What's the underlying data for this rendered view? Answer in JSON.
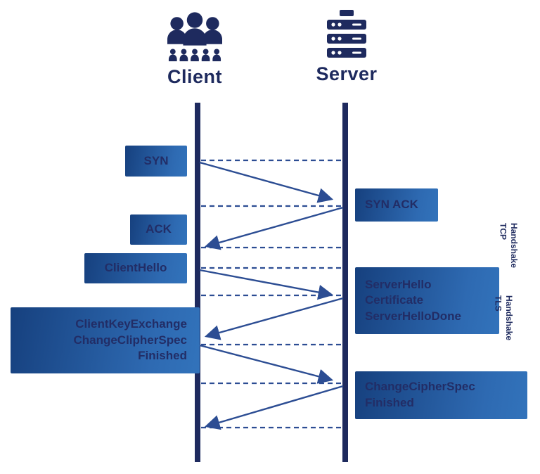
{
  "colors": {
    "navy": "#1e2a5e",
    "arrow": "#2c4d93",
    "box_gradient_start": "#16407e",
    "box_gradient_end": "#3273bb",
    "box_text": "#222d66"
  },
  "actors": [
    {
      "name": "Client"
    },
    {
      "name": "Server"
    }
  ],
  "messages": {
    "syn": {
      "from": "client",
      "lines": [
        "SYN"
      ]
    },
    "syn_ack": {
      "from": "server",
      "lines": [
        "SYN ACK"
      ]
    },
    "ack": {
      "from": "client",
      "lines": [
        "ACK"
      ]
    },
    "client_hello": {
      "from": "client",
      "lines": [
        "ClientHello"
      ]
    },
    "server_hello": {
      "from": "server",
      "lines": [
        "ServerHello",
        "Certificate",
        "ServerHelloDone"
      ]
    },
    "client_key_exchange": {
      "from": "client",
      "lines": [
        "ClientKeyExchange",
        "ChangeClipherSpec",
        "Finished"
      ]
    },
    "change_cipher_spec": {
      "from": "server",
      "lines": [
        "ChangeCipherSpec",
        "Finished"
      ]
    }
  },
  "phases": [
    {
      "lines": [
        "TCP",
        "Handshake"
      ]
    },
    {
      "lines": [
        "TLS",
        "Handshake"
      ]
    }
  ]
}
